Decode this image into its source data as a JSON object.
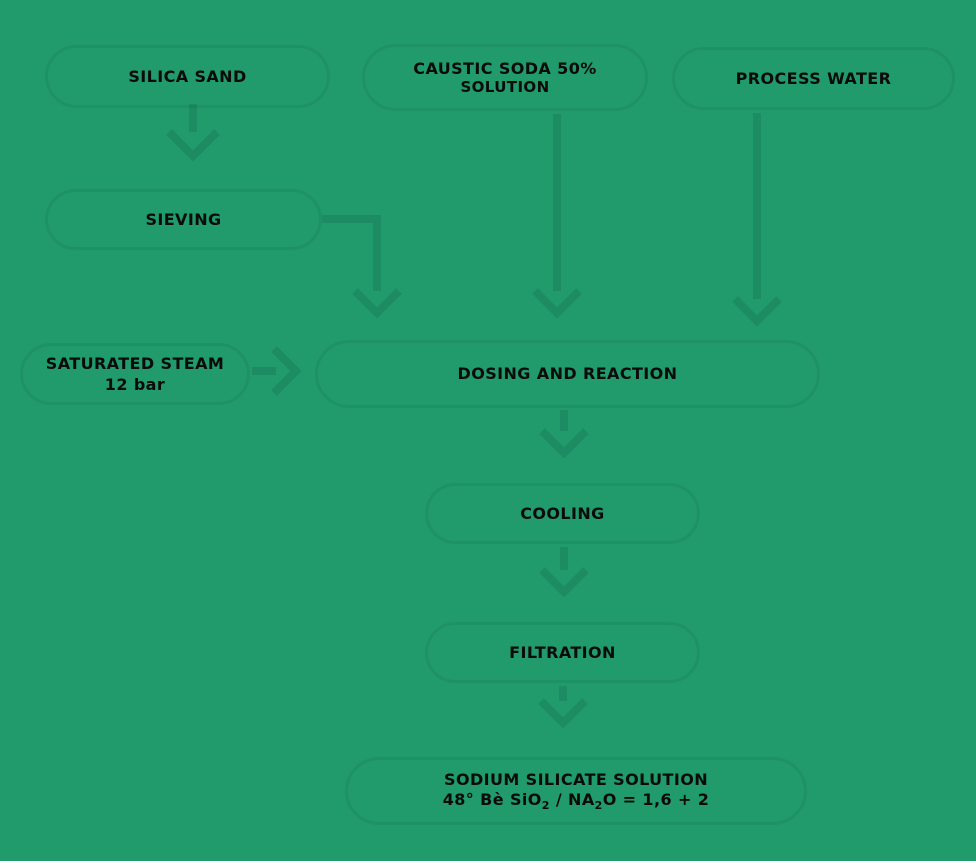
{
  "canvas": {
    "bg_color": "#219a6c",
    "box_outline_color": "rgba(0,0,0,0.055)",
    "connector_color": "rgba(0,0,0,0.085)",
    "text_color": "#0b0b0b"
  },
  "diagram": {
    "type": "process-flowchart",
    "nodes": {
      "silica_sand": {
        "label": "SILICA SAND"
      },
      "caustic_soda": {
        "line1": "CAUSTIC SODA 50%",
        "line2": "SOLUTION"
      },
      "process_water": {
        "label": "PROCESS WATER"
      },
      "sieving": {
        "label": "SIEVING"
      },
      "saturated_steam": {
        "line1": "SATURATED STEAM",
        "line2": "12 bar"
      },
      "dosing": {
        "label": "DOSING AND REACTION"
      },
      "cooling": {
        "label": "COOLING"
      },
      "filtration": {
        "label": "FILTRATION"
      },
      "product": {
        "line1": "SODIUM SILICATE SOLUTION",
        "formula": {
          "p1": "48° Bè SiO",
          "s1": "2",
          "p2": " / NA",
          "s2": "2",
          "p3": "O = 1,6 + 2"
        }
      }
    },
    "edges": [
      {
        "from": "silica_sand",
        "to": "sieving"
      },
      {
        "from": "sieving",
        "to": "dosing"
      },
      {
        "from": "caustic_soda",
        "to": "dosing"
      },
      {
        "from": "process_water",
        "to": "dosing"
      },
      {
        "from": "saturated_steam",
        "to": "dosing"
      },
      {
        "from": "dosing",
        "to": "cooling"
      },
      {
        "from": "cooling",
        "to": "filtration"
      },
      {
        "from": "filtration",
        "to": "product"
      }
    ]
  }
}
